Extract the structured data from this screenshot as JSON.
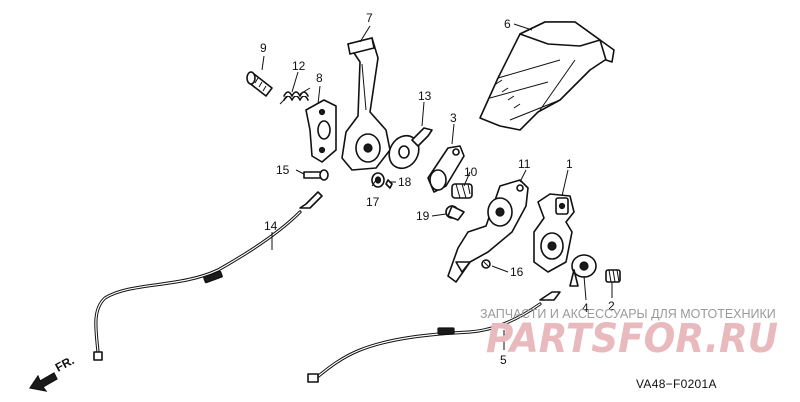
{
  "diagram": {
    "parts": [
      {
        "id": "p1",
        "label": "1"
      },
      {
        "id": "p2",
        "label": "2"
      },
      {
        "id": "p3",
        "label": "3"
      },
      {
        "id": "p4",
        "label": "4"
      },
      {
        "id": "p5",
        "label": "5"
      },
      {
        "id": "p6",
        "label": "6"
      },
      {
        "id": "p7",
        "label": "7"
      },
      {
        "id": "p8",
        "label": "8"
      },
      {
        "id": "p9",
        "label": "9"
      },
      {
        "id": "p10",
        "label": "10"
      },
      {
        "id": "p11",
        "label": "11"
      },
      {
        "id": "p12",
        "label": "12"
      },
      {
        "id": "p13",
        "label": "13"
      },
      {
        "id": "p14",
        "label": "14"
      },
      {
        "id": "p15",
        "label": "15"
      },
      {
        "id": "p16",
        "label": "16"
      },
      {
        "id": "p17",
        "label": "17"
      },
      {
        "id": "p18",
        "label": "18"
      },
      {
        "id": "p19",
        "label": "19"
      }
    ],
    "direction_label": "FR.",
    "diagram_code": "VA48−F0201A"
  },
  "watermark": {
    "caption": "ЗАПЧАСТИ И АКСЕССУАРЫ ДЛЯ МОТОТЕХНИКИ",
    "logo_text": "PARTSFOR.RU",
    "color": "#e8b9bd"
  }
}
